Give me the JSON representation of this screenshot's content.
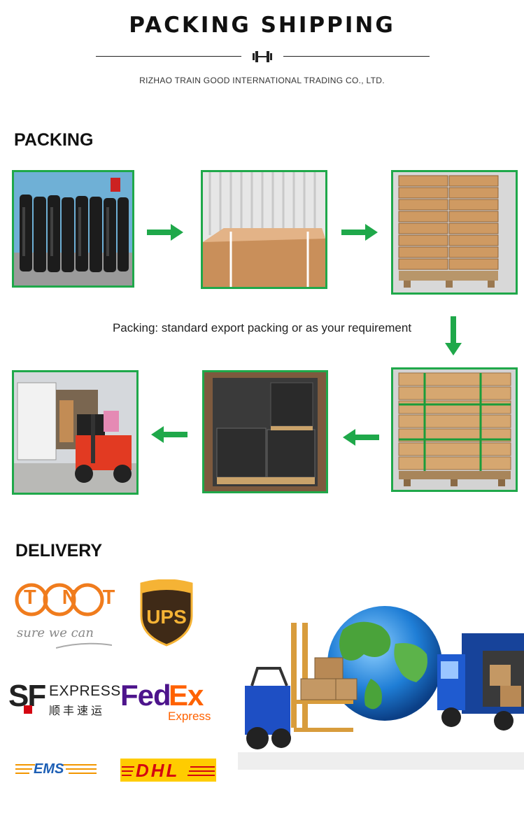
{
  "header": {
    "title": "PACKING SHIPPING",
    "company": "RIZHAO TRAIN GOOD INTERNATIONAL TRADING CO., LTD."
  },
  "packing": {
    "heading": "PACKING",
    "caption": "Packing: standard export packing or as your requirement"
  },
  "delivery": {
    "heading": "DELIVERY",
    "logos": {
      "tnt": "TNT",
      "tnt_slogan": "sure we can",
      "ups": "UPS",
      "sf": "SF",
      "sf_express": "EXPRESS",
      "sf_chinese": "顺丰速运",
      "fedex_fed": "Fed",
      "fedex_ex": "Ex",
      "fedex_express": "Express",
      "ems": "EMS",
      "dhl": "DHL"
    }
  },
  "colors": {
    "accent_green": "#1fa84a",
    "tnt_orange": "#f07c1d",
    "ups_brown": "#3f2a17",
    "ups_gold": "#f5b335",
    "fedex_purple": "#4d148c",
    "fedex_orange": "#ff6200",
    "dhl_yellow": "#ffcc00",
    "dhl_red": "#d40511"
  },
  "icons": [
    "dumbbell-icon",
    "arrow-right-icon",
    "arrow-down-icon",
    "arrow-left-icon"
  ]
}
